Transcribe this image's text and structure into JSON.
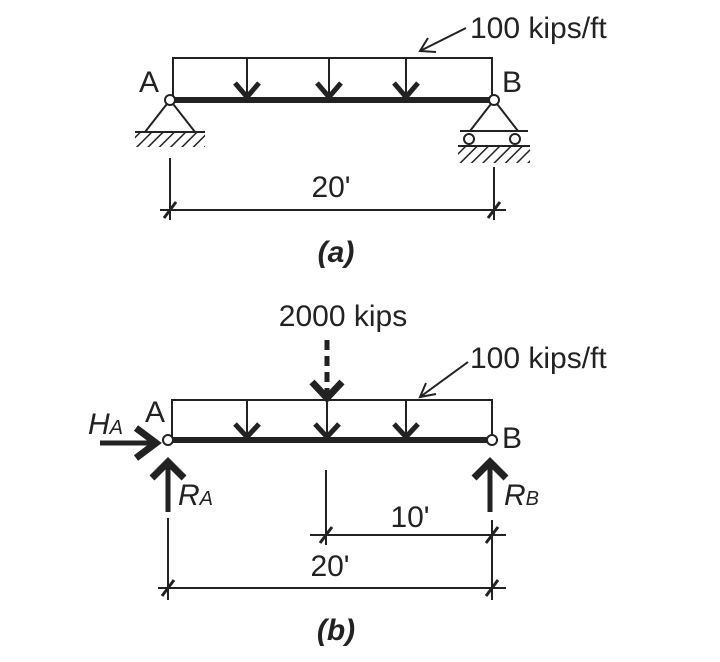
{
  "figure_a": {
    "load_label": "100 kips/ft",
    "support_left": "A",
    "support_right": "B",
    "span": "20'",
    "caption": "(a)"
  },
  "figure_b": {
    "point_load_label": "2000 kips",
    "load_label": "100 kips/ft",
    "support_left": "A",
    "support_right": "B",
    "horizontal_reaction": {
      "main": "H",
      "sub": "A"
    },
    "reaction_left": {
      "main": "R",
      "sub": "A"
    },
    "reaction_right": {
      "main": "R",
      "sub": "B"
    },
    "half_span": "10'",
    "span": "20'",
    "caption": "(b)"
  },
  "colors": {
    "ink": "#222222",
    "background": "#ffffff"
  }
}
